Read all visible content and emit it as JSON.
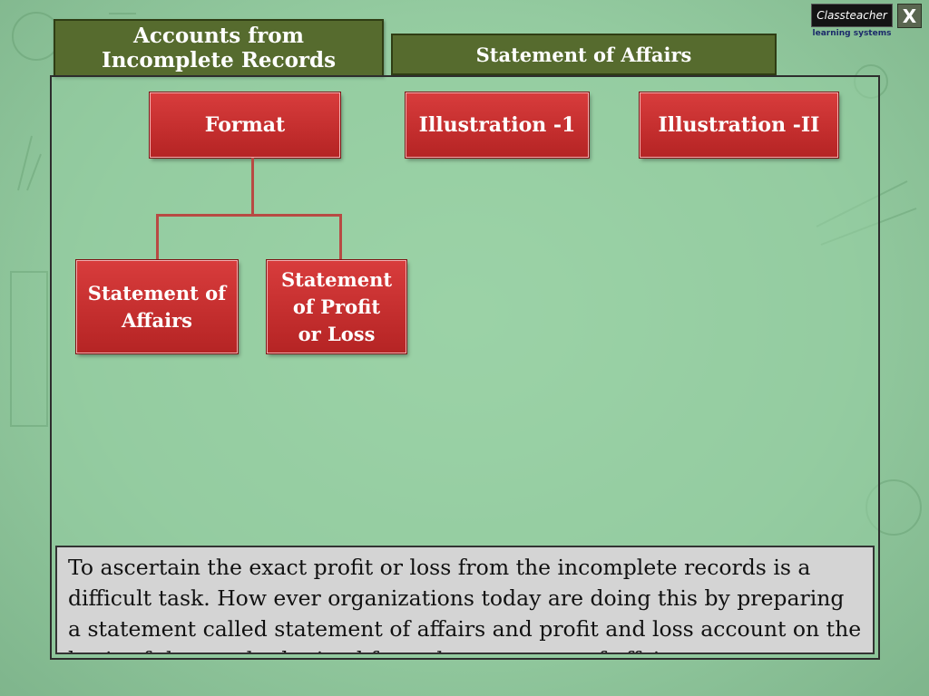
{
  "header": {
    "title": "Accounts from Incomplete Records",
    "subtitle": "Statement of Affairs"
  },
  "logo": {
    "brand": "Classteacher",
    "tagline": "learning systems"
  },
  "close_label": "X",
  "nav": {
    "format": "Format",
    "illustration_1": "Illustration -1",
    "illustration_2": "Illustration -II"
  },
  "tree": {
    "child_1": "Statement of Affairs",
    "child_2": "Statement of Profit or Loss"
  },
  "info_text": "To ascertain the exact profit or loss from the incomplete records is a difficult task. How ever organizations today are doing this by preparing a statement called statement of affairs and profit and loss account on the basis of the result obtained from the statement of affairs.",
  "colors": {
    "background": "#94cba0",
    "header_fill": "#566b2e",
    "button_red": "#c83030",
    "connector": "#b84a43",
    "info_fill": "#d4d4d4"
  }
}
